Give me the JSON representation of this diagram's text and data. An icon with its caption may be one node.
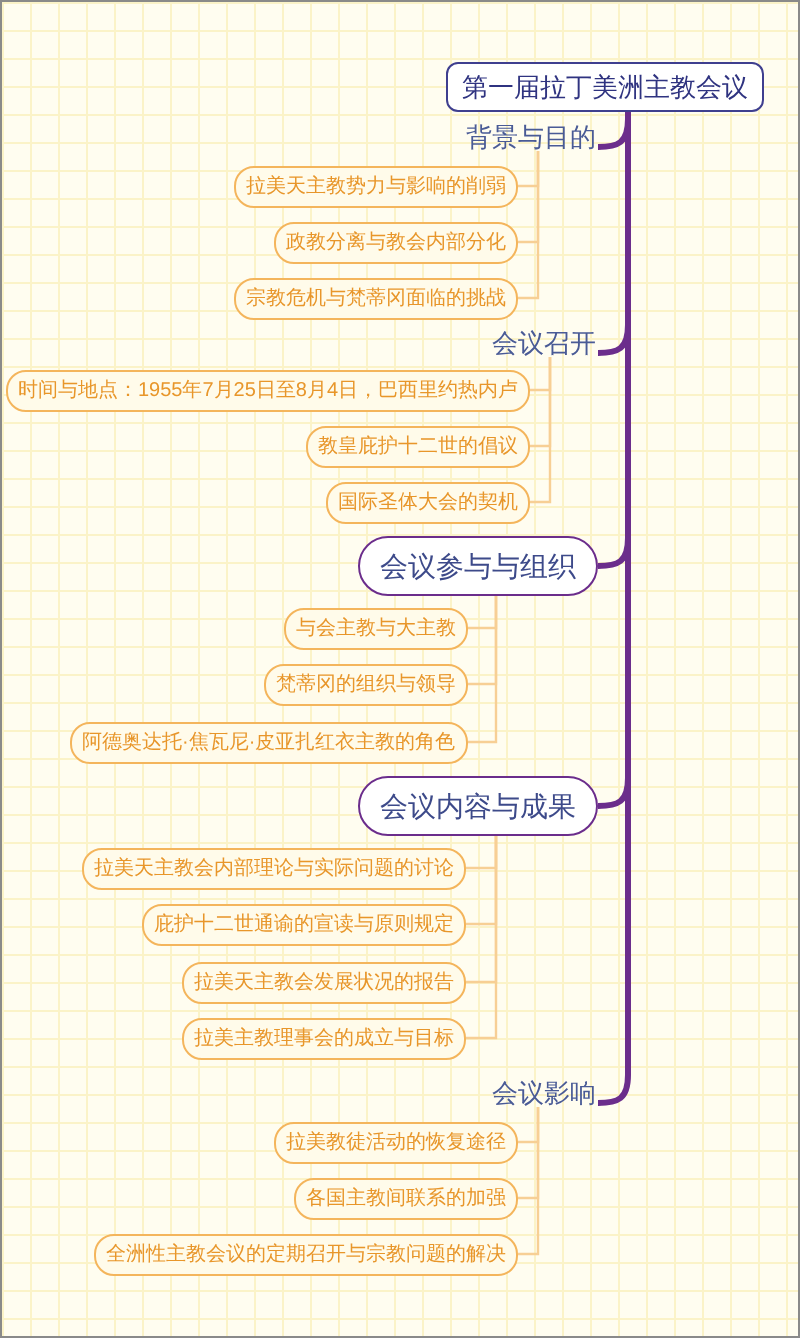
{
  "diagram": {
    "nodes": [
      {
        "text": [
          "第一届拉丁美洲主教会议"
        ]
      },
      {
        "text": [
          "背景与目的"
        ]
      },
      {
        "text": [
          "拉美天主教势力与影响的削弱"
        ]
      },
      {
        "text": [
          "政教分离与教会内部分化"
        ]
      },
      {
        "text": [
          "宗教危机与梵蒂冈面临的挑战"
        ]
      },
      {
        "text": [
          "会议召开"
        ]
      },
      {
        "text": [
          "时间与地点：1955年7月25日至8月4日，巴西里约热内卢"
        ]
      },
      {
        "text": [
          "教皇庇护十二世的倡议"
        ]
      },
      {
        "text": [
          "国际圣体大会的契机"
        ]
      },
      {
        "text": [
          "会议参与与组织"
        ]
      },
      {
        "text": [
          "与会主教与大主教"
        ]
      },
      {
        "text": [
          "梵蒂冈的组织与领导"
        ]
      },
      {
        "text": [
          "阿德奥达托·焦瓦尼·皮亚扎红衣主教的角色"
        ]
      },
      {
        "text": [
          "会议内容与成果"
        ]
      },
      {
        "text": [
          "拉美天主教会内部理论与实际问题的讨论"
        ]
      },
      {
        "text": [
          "庇护十二世通谕的宣读与原则规定"
        ]
      },
      {
        "text": [
          "拉美天主教会发展状况的报告"
        ]
      },
      {
        "text": [
          "拉美主教理事会的成立与目标"
        ]
      },
      {
        "text": [
          "会议影响"
        ]
      },
      {
        "text": [
          "拉美教徒活动的恢复途径"
        ]
      },
      {
        "text": [
          "各国主教间联系的加强"
        ]
      },
      {
        "text": [
          "全洲性主教会议的定期召开与宗教问题的解决"
        ]
      }
    ],
    "edges": [
      {
        "from": 0,
        "to": 1,
        "arrow": "none",
        "style": "thick",
        "color": "#6b2d8c"
      },
      {
        "from": 0,
        "to": 5,
        "arrow": "none",
        "style": "thick",
        "color": "#6b2d8c"
      },
      {
        "from": 0,
        "to": 9,
        "arrow": "none",
        "style": "thick",
        "color": "#6b2d8c"
      },
      {
        "from": 0,
        "to": 13,
        "arrow": "none",
        "style": "thick",
        "color": "#6b2d8c"
      },
      {
        "from": 0,
        "to": 18,
        "arrow": "none",
        "style": "thick",
        "color": "#6b2d8c"
      },
      {
        "from": 1,
        "to": 2,
        "arrow": "none"
      },
      {
        "from": 1,
        "to": 3,
        "arrow": "none"
      },
      {
        "from": 1,
        "to": 4,
        "arrow": "none"
      },
      {
        "from": 5,
        "to": 6,
        "arrow": "none"
      },
      {
        "from": 5,
        "to": 7,
        "arrow": "none"
      },
      {
        "from": 5,
        "to": 8,
        "arrow": "none"
      },
      {
        "from": 9,
        "to": 10,
        "arrow": "none"
      },
      {
        "from": 9,
        "to": 11,
        "arrow": "none"
      },
      {
        "from": 9,
        "to": 12,
        "arrow": "none"
      },
      {
        "from": 13,
        "to": 14,
        "arrow": "none"
      },
      {
        "from": 13,
        "to": 15,
        "arrow": "none"
      },
      {
        "from": 13,
        "to": 16,
        "arrow": "none"
      },
      {
        "from": 13,
        "to": 17,
        "arrow": "none"
      },
      {
        "from": 18,
        "to": 19,
        "arrow": "none"
      },
      {
        "from": 18,
        "to": 20,
        "arrow": "none"
      },
      {
        "from": 18,
        "to": 21,
        "arrow": "none"
      }
    ]
  }
}
